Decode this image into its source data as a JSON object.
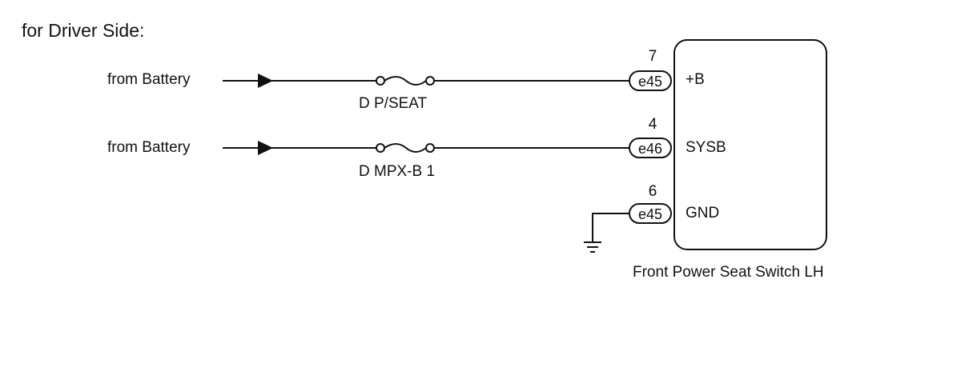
{
  "heading": "for Driver Side:",
  "circuits": [
    {
      "source": "from Battery",
      "fuse": "D P/SEAT",
      "pin": "7",
      "connector": "e45",
      "terminal": "+B"
    },
    {
      "source": "from Battery",
      "fuse": "D MPX-B 1",
      "pin": "4",
      "connector": "e46",
      "terminal": "SYSB"
    },
    {
      "pin": "6",
      "connector": "e45",
      "terminal": "GND"
    }
  ],
  "component": {
    "label": "Front Power Seat Switch LH"
  }
}
